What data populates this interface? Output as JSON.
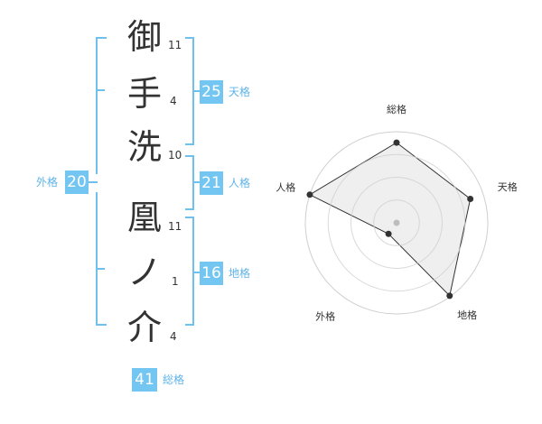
{
  "colors": {
    "bracket": "#6fc0ec",
    "badge_bg": "#74c6f2",
    "badge_text": "#ffffff",
    "label_text": "#5fb4e8",
    "char_text": "#333333",
    "radar_grid": "#cfcfcf",
    "radar_fill": "#ececec",
    "radar_line": "#333333",
    "radar_center": "#bdbdbd"
  },
  "surname": [
    {
      "char": "御",
      "strokes": "11"
    },
    {
      "char": "手",
      "strokes": "4"
    },
    {
      "char": "洗",
      "strokes": "10"
    }
  ],
  "given": [
    {
      "char": "凰",
      "strokes": "11"
    },
    {
      "char": "ノ",
      "strokes": "1"
    },
    {
      "char": "介",
      "strokes": "4"
    }
  ],
  "fortunes": {
    "tenkaku": {
      "value": "25",
      "label": "天格"
    },
    "jinkaku": {
      "value": "21",
      "label": "人格"
    },
    "chikaku": {
      "value": "16",
      "label": "地格"
    },
    "gaikaku": {
      "value": "20",
      "label": "外格"
    },
    "soukaku": {
      "value": "41",
      "label": "総格"
    }
  },
  "radar": {
    "axes": [
      {
        "label": "総格",
        "value": 0.88
      },
      {
        "label": "天格",
        "value": 0.85
      },
      {
        "label": "地格",
        "value": 0.99
      },
      {
        "label": "外格",
        "value": 0.15
      },
      {
        "label": "人格",
        "value": 1.0
      }
    ],
    "rings": 4
  }
}
